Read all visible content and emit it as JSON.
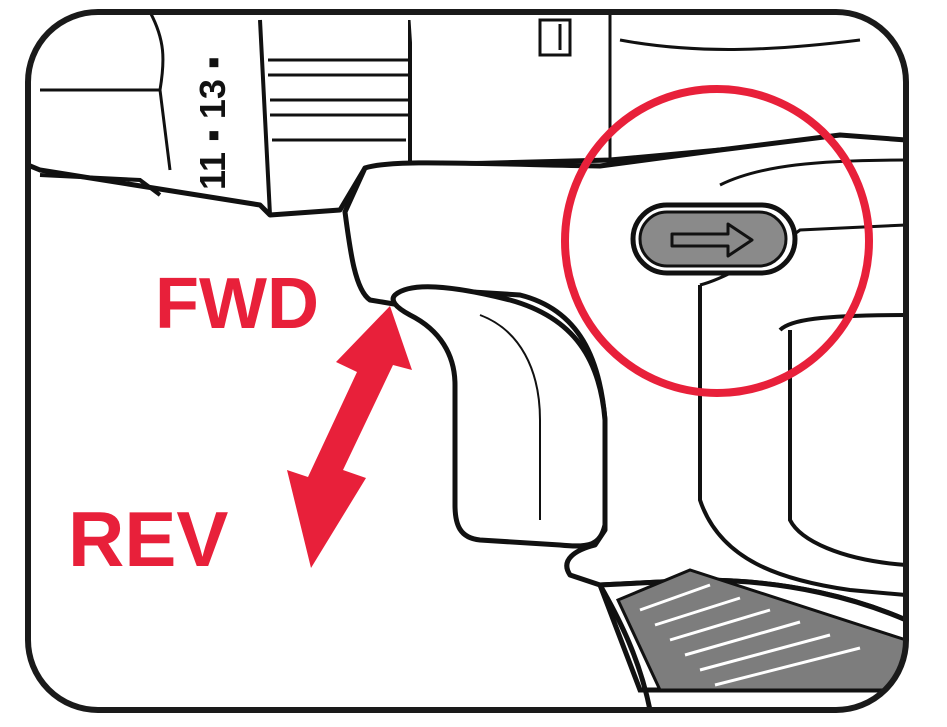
{
  "diagram": {
    "labels": {
      "forward": "FWD",
      "reverse": "REV",
      "clutch_numbers": "11 ▪ 13 ▪"
    },
    "colors": {
      "accent": "#e8203a",
      "outline": "#111111",
      "background": "#ffffff",
      "button_fill": "#8a8a8a",
      "frame": "#1a1a1a"
    },
    "icons": {
      "direction_button": "arrow-right-icon",
      "direction_arrow": "double-arrow-icon",
      "highlight": "highlight-circle"
    }
  }
}
